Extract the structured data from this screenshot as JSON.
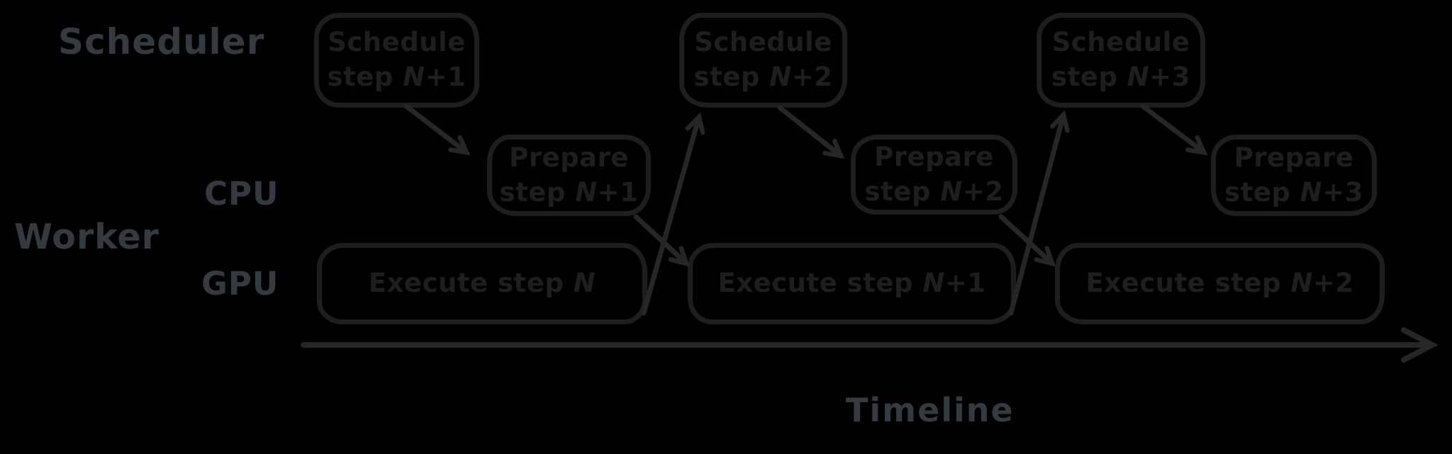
{
  "title": "Scheduler-worker pipelining diagram",
  "lanes": {
    "scheduler_label": "Scheduler",
    "worker_label": "Worker",
    "cpu_label": "CPU",
    "gpu_label": "GPU"
  },
  "timeline": {
    "label": "Timeline"
  },
  "colors": {
    "background": "#000000",
    "stroke": "#1e1e1e",
    "arrow": "#262626",
    "label": "#343a40",
    "yellow": "#ffec99",
    "green": "#b2f2bb",
    "blue": "#a5d8ff",
    "pink": "#ffc9c9"
  },
  "boxes": {
    "schedule": [
      {
        "line1": "Schedule",
        "pre": "step ",
        "var": "N",
        "suf": "+1",
        "fill": "colors.yellow"
      },
      {
        "line1": "Schedule",
        "pre": "step ",
        "var": "N",
        "suf": "+2",
        "fill": "colors.green"
      },
      {
        "line1": "Schedule",
        "pre": "step ",
        "var": "N",
        "suf": "+3",
        "fill": "colors.blue"
      }
    ],
    "prepare": [
      {
        "line1": "Prepare",
        "pre": "step ",
        "var": "N",
        "suf": "+1",
        "fill": "colors.yellow"
      },
      {
        "line1": "Prepare",
        "pre": "step ",
        "var": "N",
        "suf": "+2",
        "fill": "colors.green"
      },
      {
        "line1": "Prepare",
        "pre": "step ",
        "var": "N",
        "suf": "+3",
        "fill": "colors.blue"
      }
    ],
    "execute": [
      {
        "pre": "Execute step ",
        "var": "N",
        "suf": "",
        "fill": "colors.pink"
      },
      {
        "pre": "Execute step ",
        "var": "N",
        "suf": "+1",
        "fill": "colors.yellow"
      },
      {
        "pre": "Execute step ",
        "var": "N",
        "suf": "+2",
        "fill": "colors.green"
      }
    ]
  },
  "arrows": [
    {
      "from": "schedule-step-n1",
      "to": "prepare-step-n1"
    },
    {
      "from": "prepare-step-n1",
      "to": "execute-step-n1"
    },
    {
      "from": "execute-step-n",
      "to": "schedule-step-n2"
    },
    {
      "from": "schedule-step-n2",
      "to": "prepare-step-n2"
    },
    {
      "from": "prepare-step-n2",
      "to": "execute-step-n2"
    },
    {
      "from": "execute-step-n1",
      "to": "schedule-step-n3"
    },
    {
      "from": "schedule-step-n3",
      "to": "prepare-step-n3"
    },
    {
      "from": "timeline-start",
      "to": "timeline-end"
    }
  ]
}
